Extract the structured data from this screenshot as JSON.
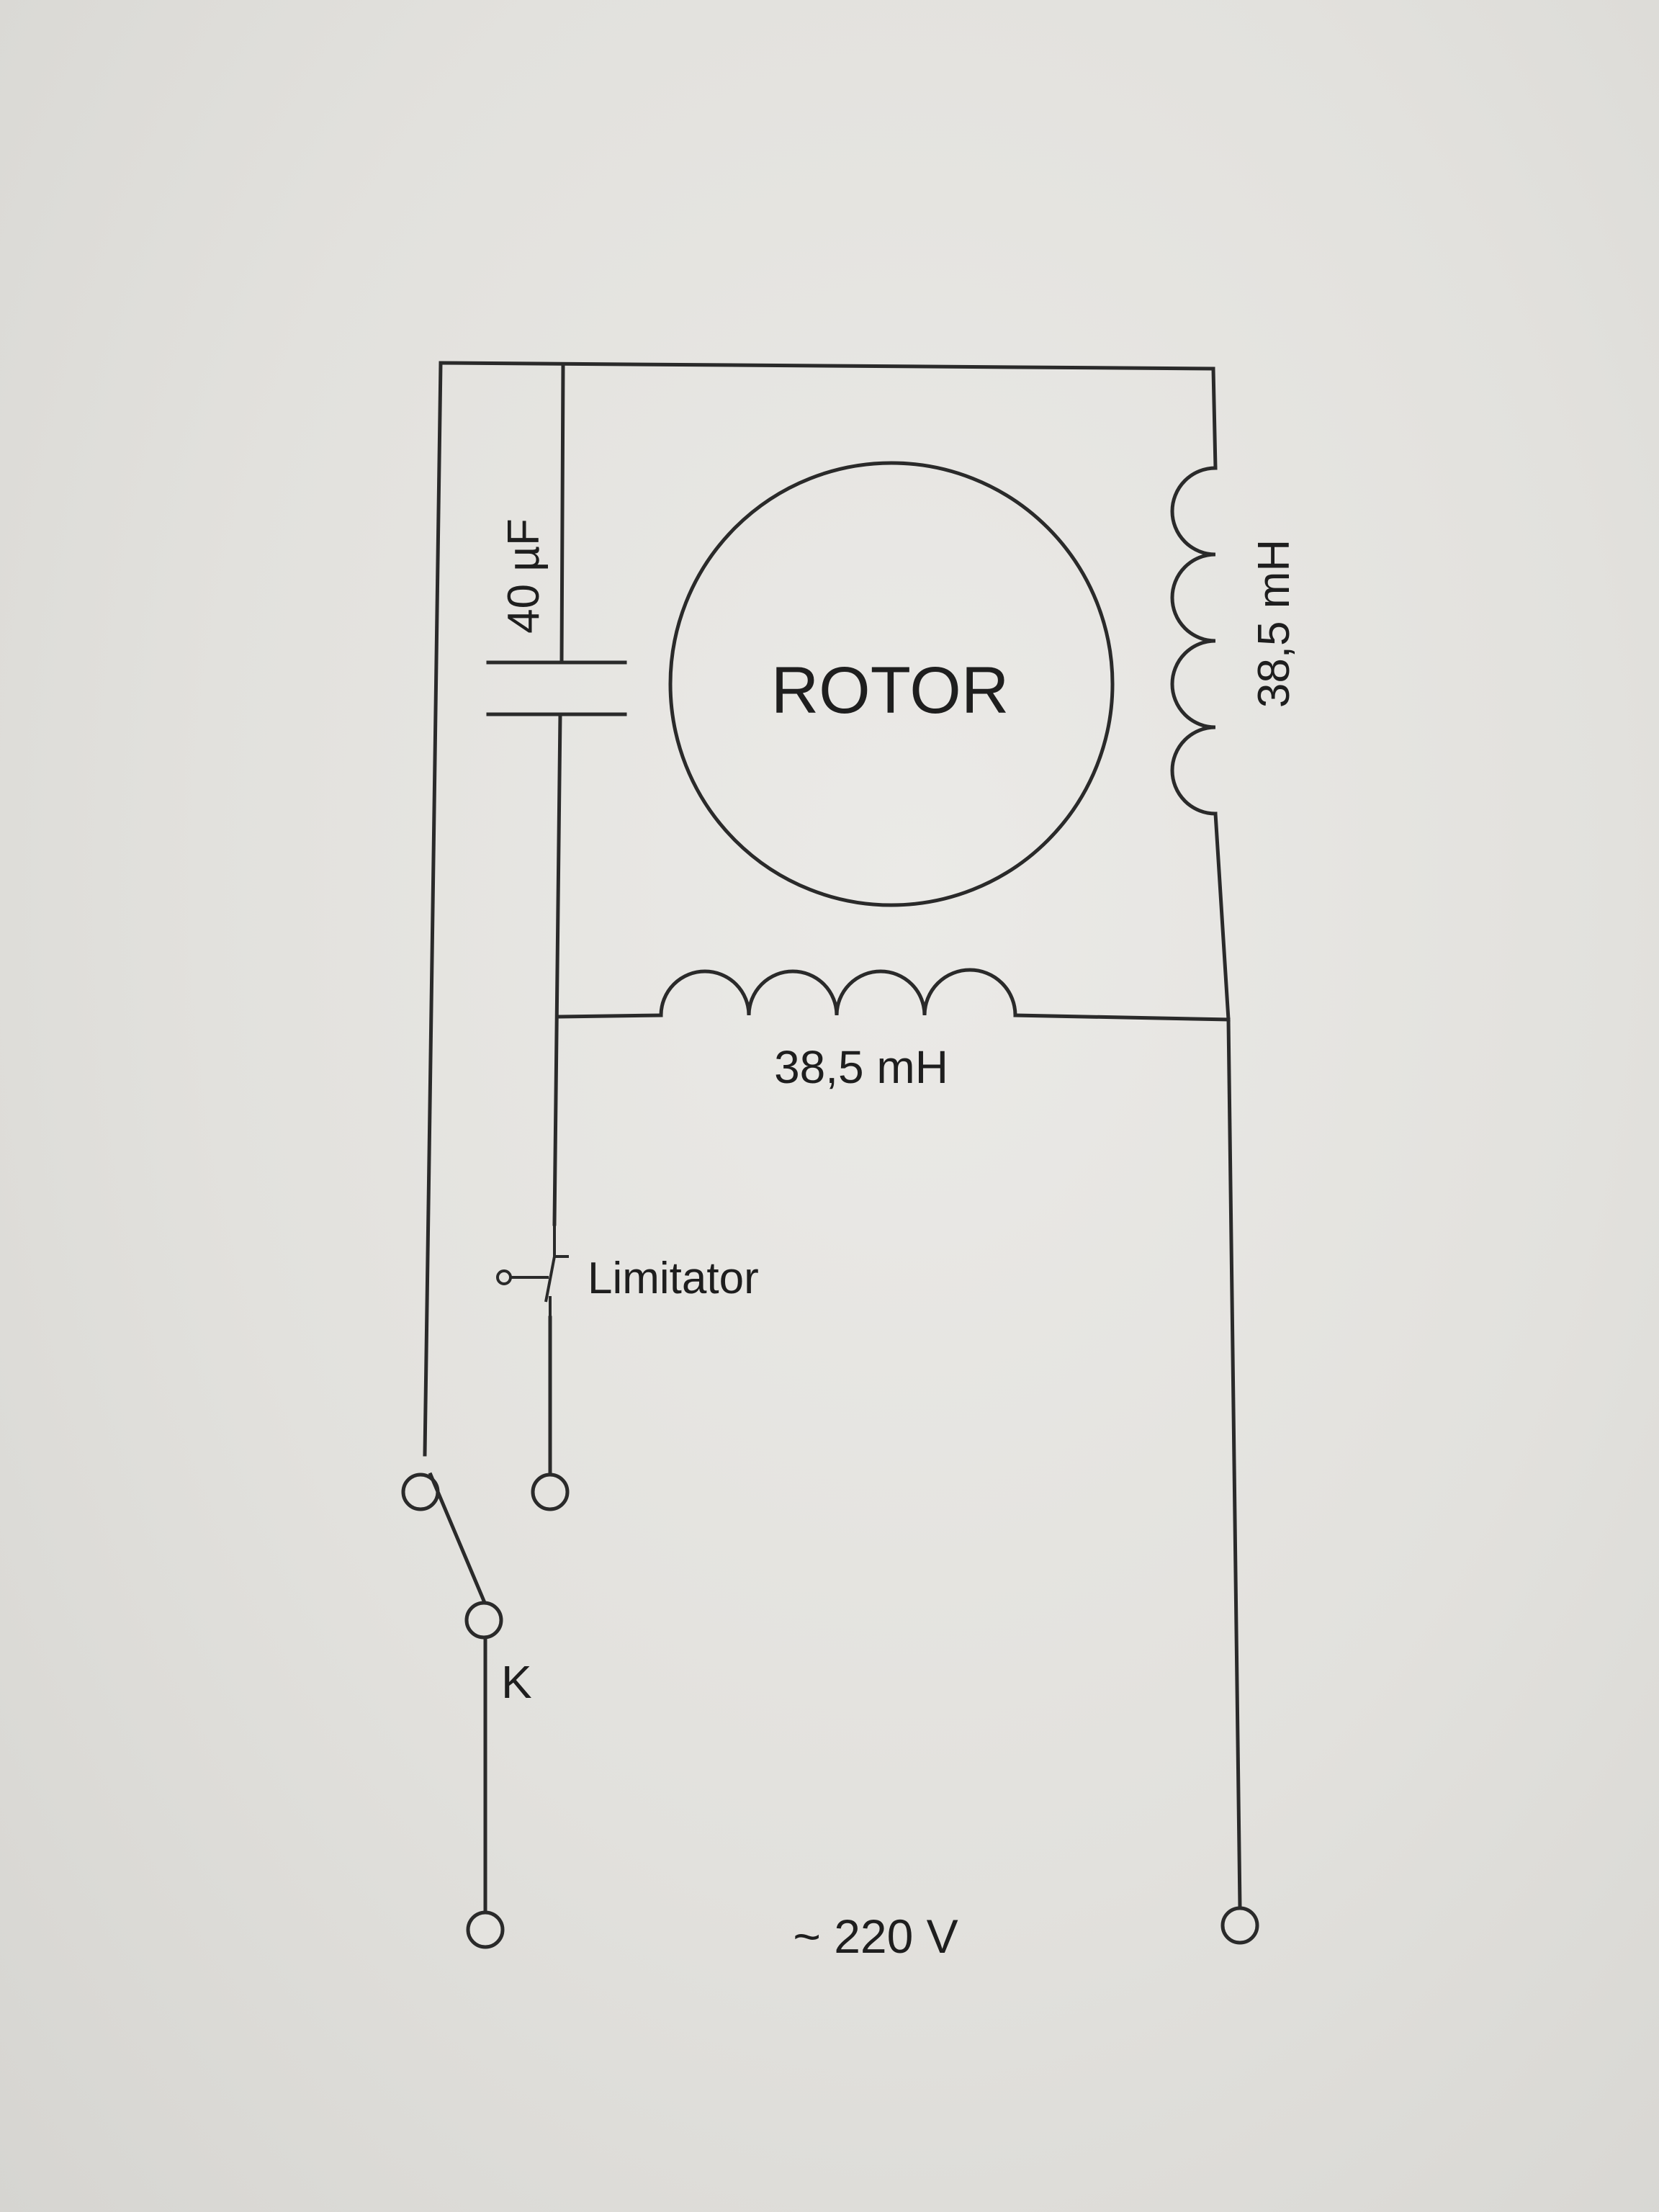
{
  "diagram": {
    "rotor_label": "ROTOR",
    "capacitor_label": "40 µF",
    "inductor_right_label": "38,5 mH",
    "inductor_bottom_label": "38,5 mH",
    "limitator_label": "Limitator",
    "switch_label": "K",
    "supply_label": "~ 220 V"
  },
  "colors": {
    "ink": "#2a2a2a",
    "paper": "#e3e2df"
  }
}
